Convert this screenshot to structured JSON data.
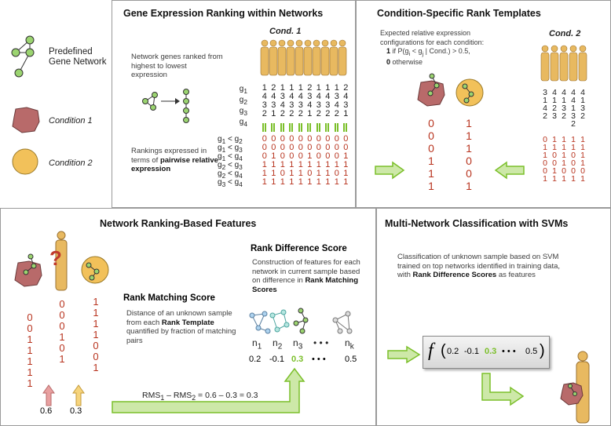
{
  "legend": {
    "network_label": "Predefined\nGene Network",
    "condition1": "Condition 1",
    "condition2": "Condition 2"
  },
  "panel1": {
    "title": "Gene Expression Ranking within Networks",
    "cond_label": "Cond. 1",
    "ranked_text": "Network genes ranked from highest to lowest expression",
    "pairwise_text_plain": "Rankings expressed in terms of ",
    "pairwise_text_bold": "pairwise relative expression",
    "genes": [
      "g1",
      "g2",
      "g3",
      "g4"
    ],
    "ranks": [
      [
        "1",
        "2",
        "1",
        "1",
        "1",
        "2",
        "1",
        "1",
        "1",
        "2"
      ],
      [
        "4",
        "4",
        "3",
        "4",
        "4",
        "3",
        "4",
        "4",
        "3",
        "4"
      ],
      [
        "3",
        "3",
        "4",
        "3",
        "3",
        "4",
        "3",
        "3",
        "4",
        "3"
      ],
      [
        "2",
        "1",
        "2",
        "2",
        "2",
        "1",
        "2",
        "2",
        "2",
        "1"
      ]
    ],
    "pairs": [
      "g1 < g2",
      "g1 < g3",
      "g1 < g4",
      "g2 < g3",
      "g2 < g4",
      "g3 < g4"
    ],
    "pair_values": [
      [
        "0",
        "0",
        "0",
        "0",
        "0",
        "0",
        "0",
        "0",
        "0",
        "0"
      ],
      [
        "0",
        "0",
        "0",
        "0",
        "0",
        "0",
        "0",
        "0",
        "0",
        "0"
      ],
      [
        "0",
        "1",
        "0",
        "0",
        "0",
        "1",
        "0",
        "0",
        "0",
        "1"
      ],
      [
        "1",
        "1",
        "1",
        "1",
        "1",
        "1",
        "1",
        "1",
        "1",
        "1"
      ],
      [
        "1",
        "1",
        "0",
        "1",
        "1",
        "0",
        "1",
        "1",
        "0",
        "1"
      ],
      [
        "1",
        "1",
        "1",
        "1",
        "1",
        "1",
        "1",
        "1",
        "1",
        "1"
      ]
    ]
  },
  "panel2": {
    "title": "Condition-Specific Rank Templates",
    "desc_line1": "Expected relative expression",
    "desc_line2": "configurations for each condition:",
    "rule_1a": "1",
    "rule_1b": " if P(g",
    "rule_1c": " < g",
    "rule_1d": " | Cond.) > 0.5,",
    "rule_0a": "0",
    "rule_0b": " otherwise",
    "cond_label": "Cond. 2",
    "template_c1": [
      "0",
      "0",
      "0",
      "1",
      "1",
      "1"
    ],
    "template_c2": [
      "1",
      "1",
      "1",
      "0",
      "0",
      "1"
    ],
    "cond2_ranks": [
      [
        "3",
        "4",
        "4",
        "4",
        "4"
      ],
      [
        "1",
        "1",
        "1",
        "4",
        "1"
      ],
      [
        "4",
        "2",
        "3",
        "1",
        "3"
      ],
      [
        "2",
        "3",
        "2",
        "3",
        "2"
      ],
      [
        "",
        "",
        "",
        "2",
        ""
      ]
    ],
    "cond2_pairs": [
      [
        "0",
        "1",
        "1",
        "1",
        "1"
      ],
      [
        "1",
        "1",
        "1",
        "1",
        "1"
      ],
      [
        "1",
        "0",
        "1",
        "0",
        "1"
      ],
      [
        "0",
        "0",
        "1",
        "0",
        "1"
      ],
      [
        "0",
        "1",
        "0",
        "0",
        "0"
      ],
      [
        "1",
        "1",
        "1",
        "1",
        "1"
      ]
    ]
  },
  "panel3": {
    "title": "Network Ranking-Based Features",
    "question": "?",
    "col_c1": [
      "0",
      "0",
      "1",
      "1",
      "1",
      "1",
      "1"
    ],
    "col_u": [
      "0",
      "0",
      "0",
      "1",
      "0",
      "1"
    ],
    "col_c2": [
      "1",
      "1",
      "1",
      "1",
      "0",
      "0",
      "1"
    ],
    "score1": "0.6",
    "score2": "0.3",
    "rms_title": "Rank Matching Score",
    "rms_desc_1": "Distance of an unknown sample from each ",
    "rms_desc_b1": "Rank Template",
    "rms_desc_2": " quantified by fraction of matching pairs",
    "rds_title": "Rank Difference Score",
    "rds_desc_1": "Construction of features for each network in current sample based on difference in ",
    "rds_desc_b": "Rank Matching Scores",
    "networks": [
      "n1",
      "n2",
      "n3",
      "nk"
    ],
    "net_scores": [
      "0.2",
      "-0.1",
      "0.3",
      "0.5"
    ],
    "ellipsis": "• • •",
    "formula": "RMS1 – RMS2 = 0.6 – 0.3 = 0.3"
  },
  "panel4": {
    "title": "Multi-Network Classification with SVMs",
    "desc_1": "Classification of unknown sample based on SVM trained on top networks identified in training data, with ",
    "desc_b": "Rank Difference Scores",
    "desc_2": " as features",
    "f_symbol": "f",
    "f_open": "(",
    "f_vals": [
      "0.2",
      "-0.1",
      "0.3",
      "• • •",
      "0.5"
    ],
    "f_close": ")"
  },
  "colors": {
    "red_digit": "#b8341f",
    "green_highlight": "#7bbf2a",
    "condition1_fill": "#b86a6a",
    "condition2_fill": "#f2c15a",
    "panel_border": "#9a9a9a"
  }
}
